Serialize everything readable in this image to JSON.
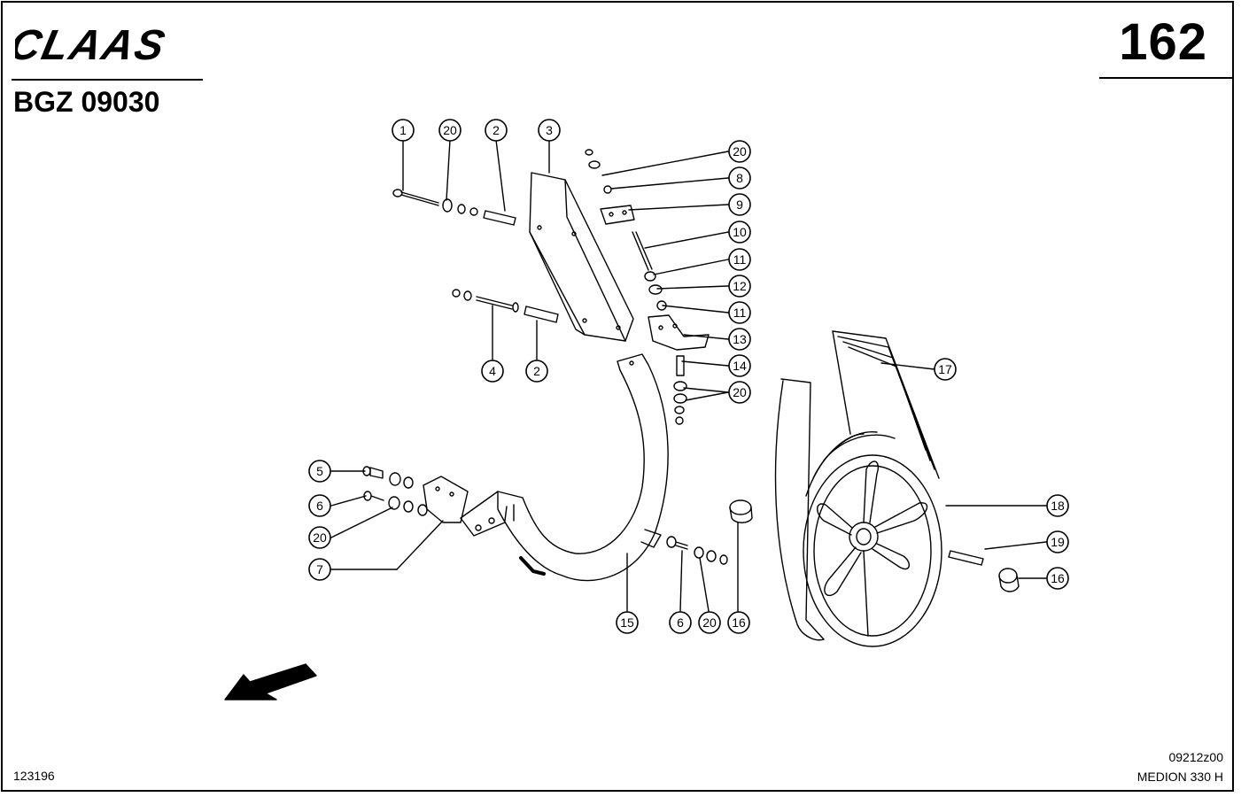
{
  "header": {
    "brand": "CLAAS",
    "page_number": "162",
    "group_code": "BGZ 09030"
  },
  "footer": {
    "date_code": "123196",
    "drawing_ref": "09212z00",
    "model": "MEDION 330 H"
  },
  "callouts": [
    {
      "n": "1"
    },
    {
      "n": "20"
    },
    {
      "n": "2"
    },
    {
      "n": "3"
    },
    {
      "n": "20"
    },
    {
      "n": "8"
    },
    {
      "n": "9"
    },
    {
      "n": "10"
    },
    {
      "n": "11"
    },
    {
      "n": "12"
    },
    {
      "n": "11"
    },
    {
      "n": "13"
    },
    {
      "n": "14"
    },
    {
      "n": "20"
    },
    {
      "n": "17"
    },
    {
      "n": "4"
    },
    {
      "n": "2"
    },
    {
      "n": "5"
    },
    {
      "n": "6"
    },
    {
      "n": "20"
    },
    {
      "n": "7"
    },
    {
      "n": "15"
    },
    {
      "n": "6"
    },
    {
      "n": "20"
    },
    {
      "n": "16"
    },
    {
      "n": "18"
    },
    {
      "n": "19"
    },
    {
      "n": "16"
    }
  ]
}
